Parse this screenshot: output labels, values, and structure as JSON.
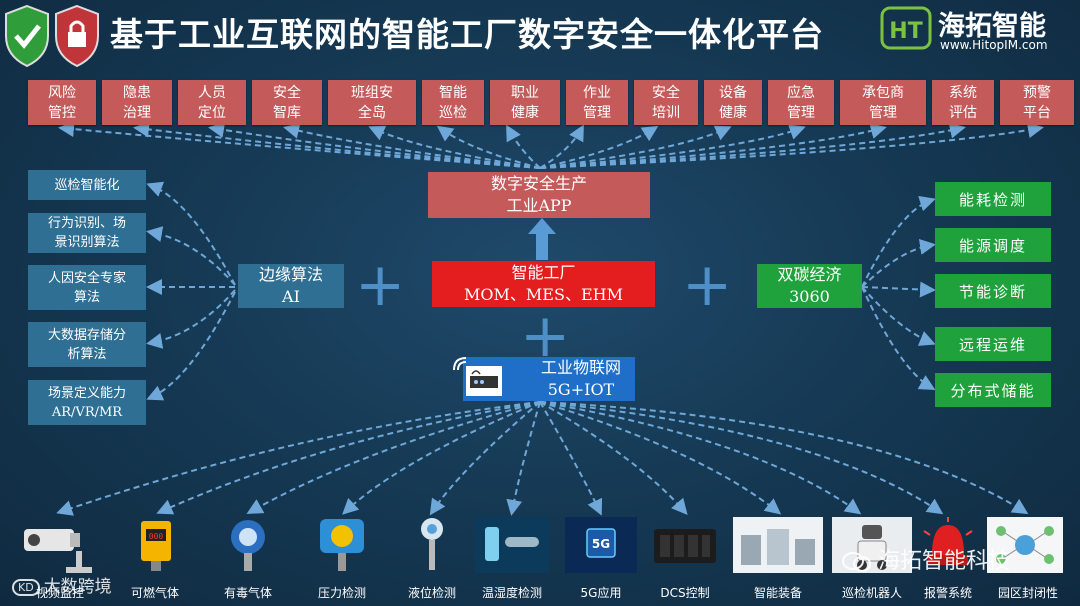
{
  "header": {
    "title": "基于工业互联网的智能工厂数字安全一体化平台",
    "logo_name": "海拓智能",
    "logo_url": "www.HitopIM.com",
    "logo_mark": "HT"
  },
  "modules": [
    {
      "label": "风险\n管控"
    },
    {
      "label": "隐患\n治理"
    },
    {
      "label": "人员\n定位"
    },
    {
      "label": "安全\n智库"
    },
    {
      "label": "班组安\n全岛"
    },
    {
      "label": "智能\n巡检"
    },
    {
      "label": "职业\n健康"
    },
    {
      "label": "作业\n管理"
    },
    {
      "label": "安全\n培训"
    },
    {
      "label": "设备\n健康"
    },
    {
      "label": "应急\n管理"
    },
    {
      "label": "承包商\n管理"
    },
    {
      "label": "系统\n评估"
    },
    {
      "label": "预警\n平台"
    }
  ],
  "left_boxes": [
    {
      "label": "巡检智能化"
    },
    {
      "label": "行为识别、场\n景识别算法"
    },
    {
      "label": "人因安全专家\n算法"
    },
    {
      "label": "大数据存储分\n析算法"
    },
    {
      "label": "场景定义能力\nAR/VR/MR"
    }
  ],
  "right_boxes": [
    {
      "label": "能耗检测"
    },
    {
      "label": "能源调度"
    },
    {
      "label": "节能诊断"
    },
    {
      "label": "远程运维"
    },
    {
      "label": "分布式储能"
    }
  ],
  "center": {
    "app": "数字安全生产\n工业APP",
    "factory": "智能工厂\nMOM、MES、EHM",
    "edge": "边缘算法\nAI",
    "carbon": "双碳经济\n3060",
    "iot": "工业物联网\n5G+IOT"
  },
  "devices": [
    {
      "label": "视频监控",
      "icon": "cctv-camera-icon"
    },
    {
      "label": "可燃气体",
      "icon": "combustible-gas-detector-icon"
    },
    {
      "label": "有毒气体",
      "icon": "toxic-gas-transmitter-icon"
    },
    {
      "label": "压力检测",
      "icon": "pressure-gauge-icon"
    },
    {
      "label": "液位检测",
      "icon": "level-sensor-icon"
    },
    {
      "label": "温湿度检测",
      "icon": "temperature-humidity-sensor-icon"
    },
    {
      "label": "5G应用",
      "icon": "5g-chip-icon"
    },
    {
      "label": "DCS控制",
      "icon": "dcs-controller-icon"
    },
    {
      "label": "智能装备",
      "icon": "smart-equipment-icon"
    },
    {
      "label": "巡检机器人",
      "icon": "inspection-robot-icon"
    },
    {
      "label": "报警系统",
      "icon": "alarm-beacon-icon"
    },
    {
      "label": "园区封闭性",
      "icon": "park-enclosure-icon"
    }
  ],
  "watermarks": {
    "left": "大数跨境",
    "right": "海拓智能科技"
  },
  "colors": {
    "module_red": "#c55a5a",
    "left_blue": "#2f6f93",
    "right_green": "#1fa23c",
    "factory_red": "#e41e1e",
    "iot_blue": "#1f6fc8",
    "line_blue": "#6fa8d8"
  }
}
